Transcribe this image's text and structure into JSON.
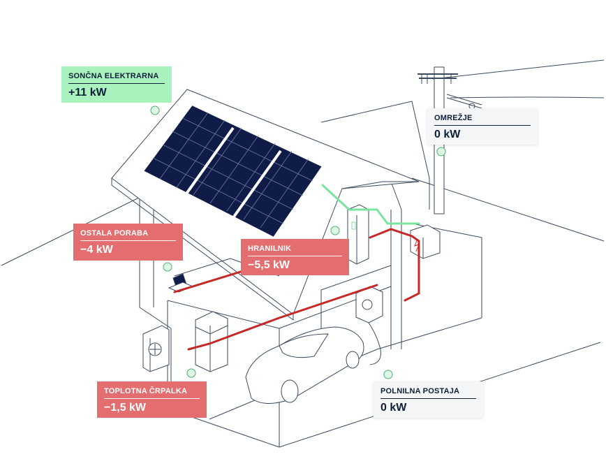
{
  "cards": {
    "solar": {
      "label": "SONČNA ELEKTRARNA",
      "value": "+11 kW"
    },
    "grid": {
      "label": "OMREŽJE",
      "value": "0 kW"
    },
    "other": {
      "label": "OSTALA PORABA",
      "value": "−4 kW"
    },
    "battery": {
      "label": "HRANILNIK",
      "value": "−5,5 kW"
    },
    "heatpump": {
      "label": "TOPLOTNA ČRPALKA",
      "value": "−1,5 kW"
    },
    "charger": {
      "label": "POLNILNA POSTAJA",
      "value": "0 kW"
    }
  },
  "colors": {
    "line": "#3b4a5e",
    "solar_panel": "#101c48",
    "flow_out": "#c62828",
    "flow_in": "#7be3a0",
    "card_green": "#a9f2be",
    "card_red": "#e36d6f",
    "card_white": "#f4f6f8"
  },
  "icons": [
    "leaf-icon",
    "solar-panel-icon",
    "utility-pole-icon",
    "battery-icon",
    "laptop-icon",
    "heat-pump-icon",
    "ev-charger-icon",
    "car-icon"
  ]
}
